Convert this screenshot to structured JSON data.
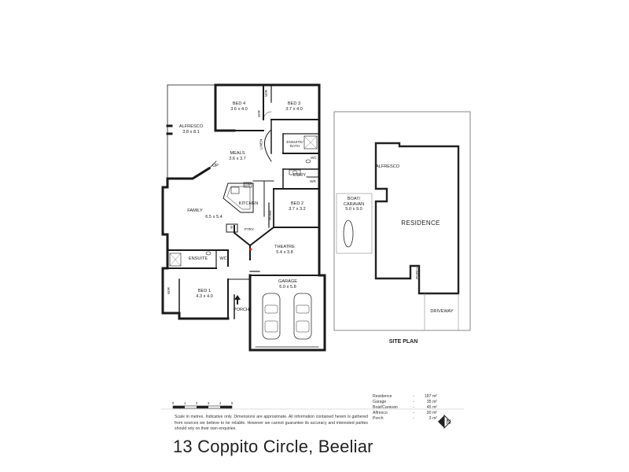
{
  "address": "13 Coppito Circle, Beeliar",
  "site_plan_title": "SITE PLAN",
  "disclaimer": "Scale in metres. Indicative only. Dimensions are approximate. All information contained herein is gathered from sources we believe to be reliable. However we cannot guarantee its accuracy and interested parties should rely on their own enquiries.",
  "scale_bar": {
    "ticks": [
      "0",
      "1",
      "2",
      "3",
      "4",
      "5"
    ]
  },
  "areas": [
    {
      "name": "Residence",
      "value": "187 m²"
    },
    {
      "name": "Garage",
      "value": "35 m²"
    },
    {
      "name": "Boat/Caravan",
      "value": "45 m²"
    },
    {
      "name": "Alfresco",
      "value": "30 m²"
    },
    {
      "name": "Porch",
      "value": "3 m²"
    }
  ],
  "north_letter": "N",
  "rooms": {
    "alfresco": {
      "name": "ALFRESCO",
      "dims": "3.8 x 8.1"
    },
    "bed4": {
      "name": "BED 4",
      "dims": "3.6 x 4.0"
    },
    "bed3": {
      "name": "BED 3",
      "dims": "3.7 x 4.0"
    },
    "meals": {
      "name": "MEALS",
      "dims": "3.6 x 3.7"
    },
    "ensuite_bath": {
      "name": "ENSUITE/ BATH"
    },
    "family": {
      "name": "FAMILY",
      "dims": "6.5 x 5.4"
    },
    "kitchen": {
      "name": "KITCHEN"
    },
    "ldry": {
      "name": "L'DRY"
    },
    "bed2": {
      "name": "BED 2",
      "dims": "3.7 x 3.2"
    },
    "theatre": {
      "name": "THEATRE",
      "dims": "5.4 x 3.8"
    },
    "ensuite": {
      "name": "ENSUITE"
    },
    "wc": {
      "name": "WC"
    },
    "wc2": {
      "name": "WC"
    },
    "bed1": {
      "name": "BED 1",
      "dims": "4.3 x 4.0"
    },
    "garage": {
      "name": "GARAGE",
      "dims": "6.0 x 5.8"
    },
    "porch": {
      "name": "PORCH"
    },
    "wir1": {
      "name": "WIR"
    },
    "wir2": {
      "name": "WIR"
    },
    "wir3": {
      "name": "WIR"
    },
    "wr": {
      "name": "WR"
    },
    "linen": {
      "name": "LINEN"
    },
    "robe": {
      "name": "ROBE"
    },
    "ptry": {
      "name": "PTRY"
    },
    "fridge": {
      "name": "F"
    },
    "dw": {
      "name": "DW"
    },
    "up": {
      "name": "UP"
    }
  },
  "site": {
    "residence": "RESIDENCE",
    "alfresco": "ALFRESCO",
    "boat_caravan": {
      "name": "BOAT/ CARAVAN",
      "dims": "5.0 x 9.0"
    },
    "driveway": "DRIVEWAY",
    "porch": "PORCH"
  }
}
